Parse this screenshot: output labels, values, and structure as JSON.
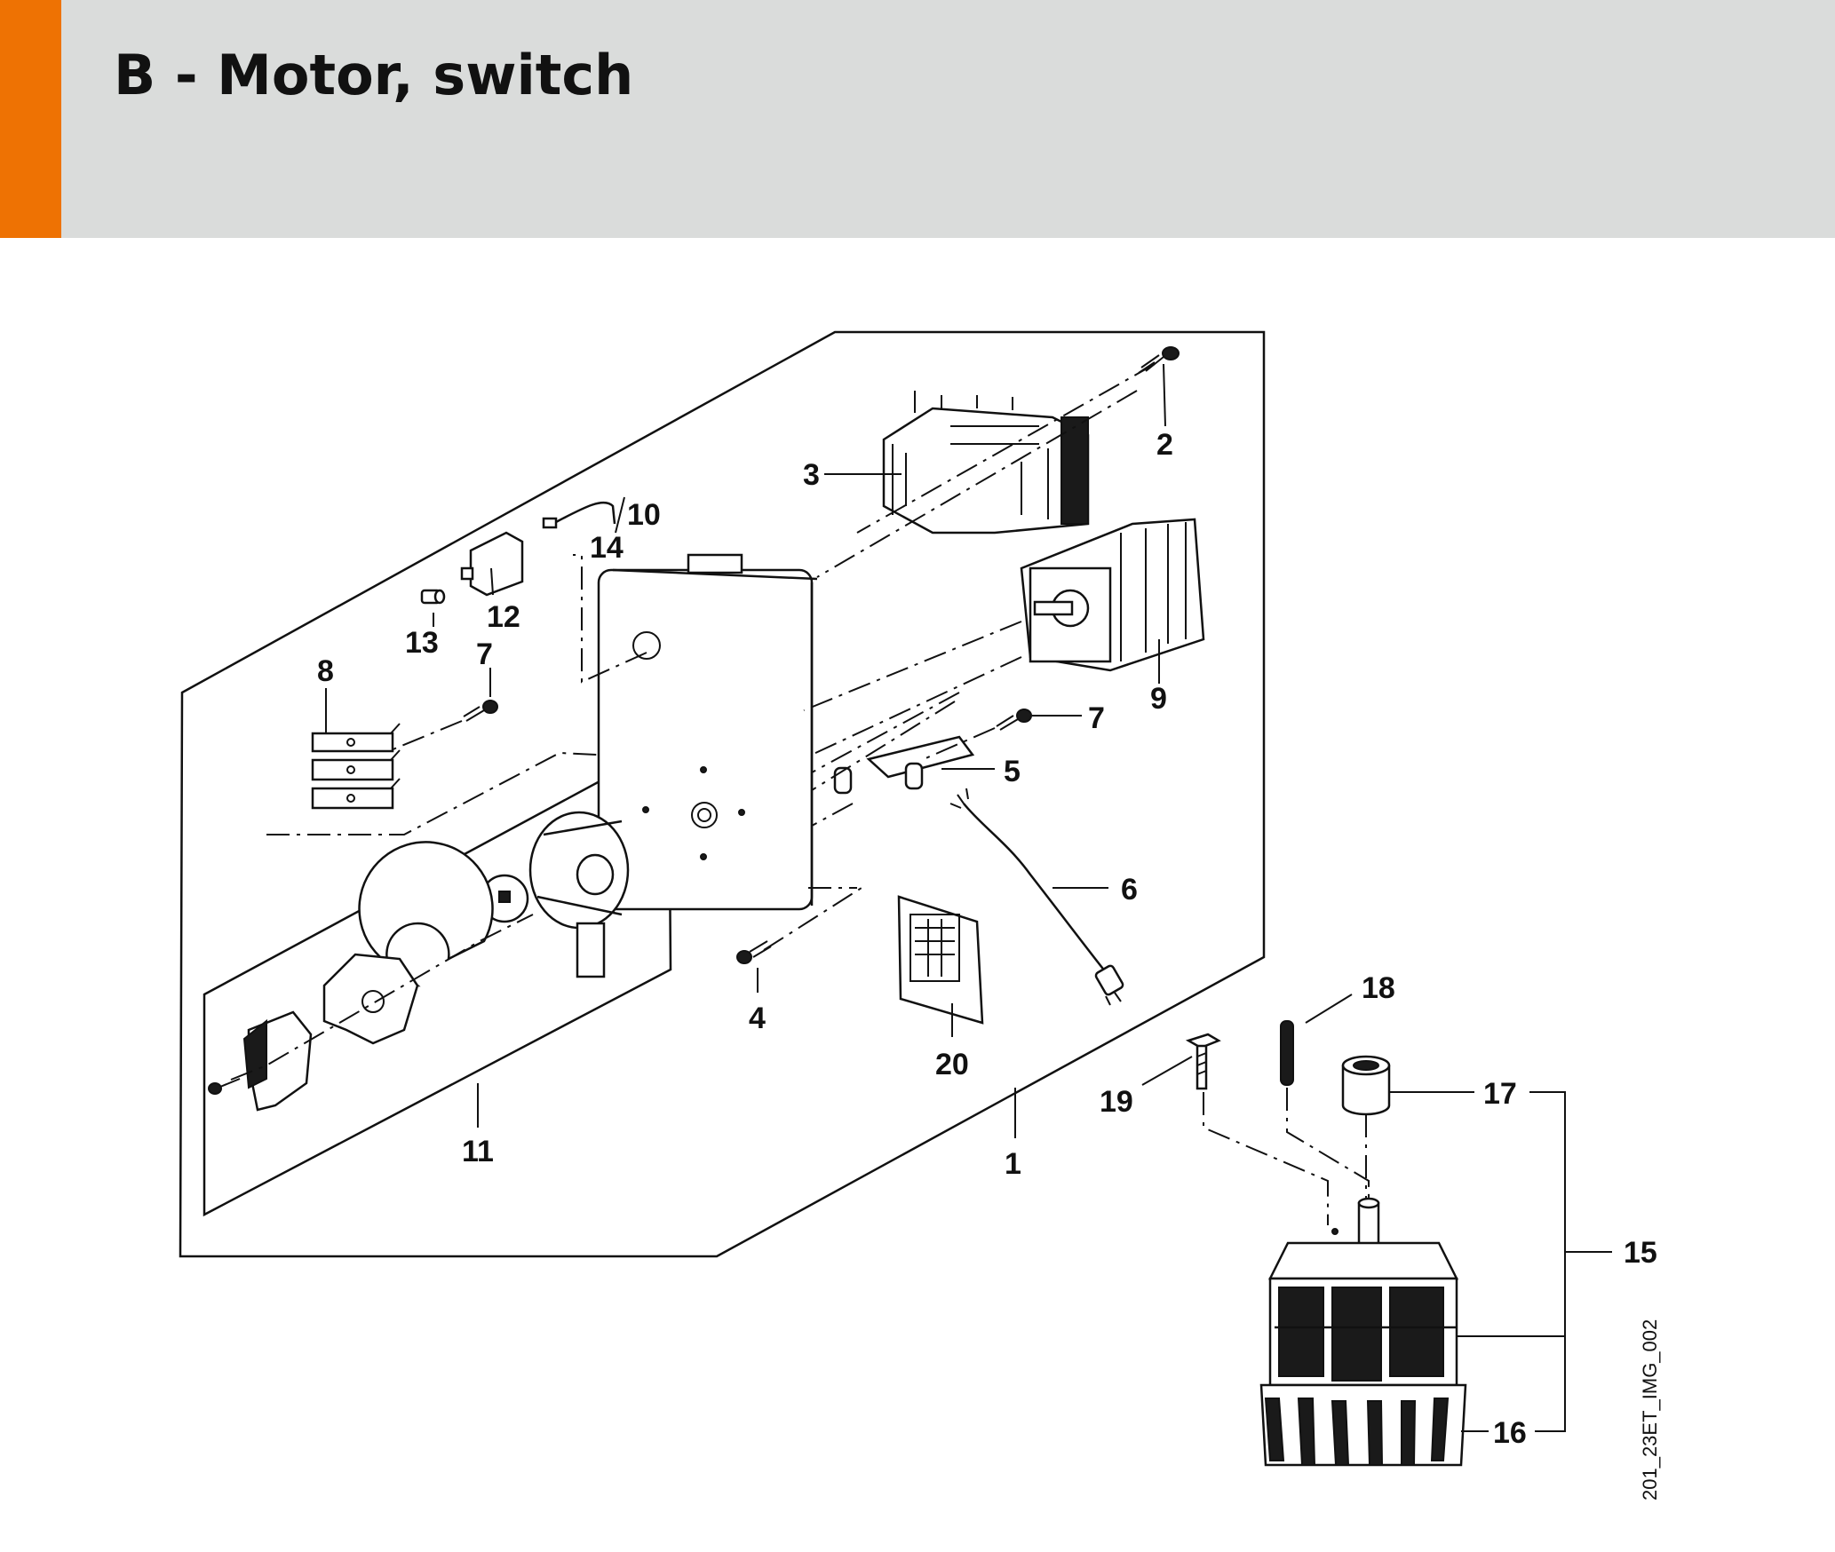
{
  "header": {
    "title": "B - Motor, switch",
    "accent_color": "#ee7203",
    "background_color": "#dadcdb"
  },
  "diagram": {
    "image_id": "201_23ET_IMG_002",
    "callouts": [
      "1",
      "2",
      "3",
      "4",
      "5",
      "6",
      "7",
      "7",
      "8",
      "9",
      "10",
      "11",
      "12",
      "13",
      "14",
      "15",
      "16",
      "17",
      "18",
      "19",
      "20"
    ]
  }
}
